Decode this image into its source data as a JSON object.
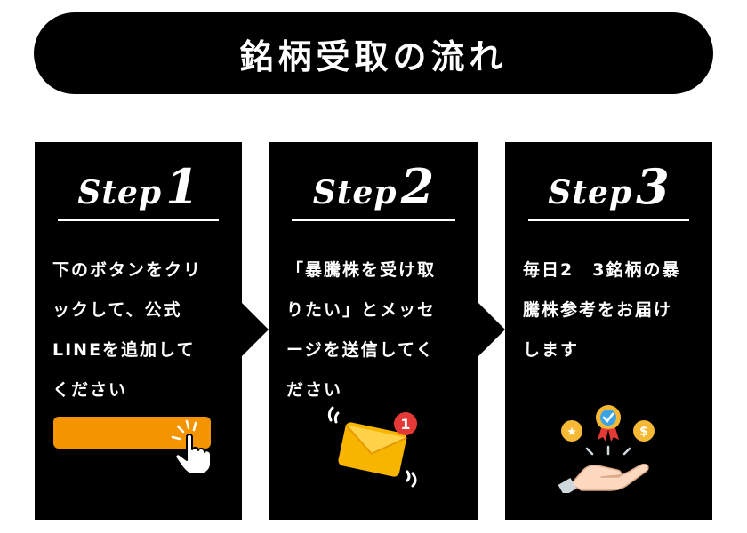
{
  "title": "銘柄受取の流れ",
  "steps": [
    {
      "word": "Step",
      "number": "1",
      "text": "下のボタンをクリ\nックして、公式\nLINEを追加して\nください"
    },
    {
      "word": "Step",
      "number": "2",
      "text": "「暴騰株を受け取\nりたい」とメッセ\nージを送信してく\nださい"
    },
    {
      "word": "Step",
      "number": "3",
      "text": "毎日2　3銘柄の暴\n騰株参考をお届け\nします"
    }
  ],
  "badge_count": "1",
  "colors": {
    "background": "#ffffff",
    "panel": "#000000",
    "button": "#f39400",
    "envelope": "#f7b500",
    "badge": "#e53935",
    "coin": "#f5b935",
    "medal_blue": "#3aa3e8"
  },
  "icons": {
    "step1": "pointing-hand-icon",
    "step2": "envelope-notification-icon",
    "step3": "hand-with-coins-icon"
  }
}
